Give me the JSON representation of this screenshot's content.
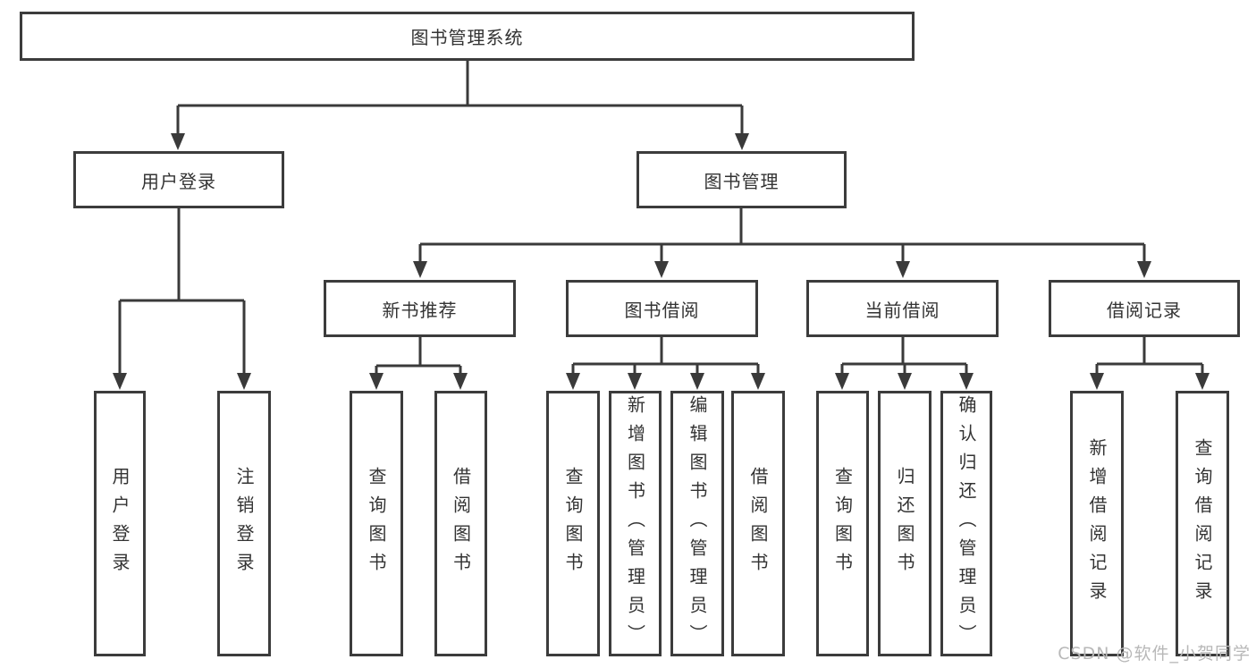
{
  "diagram": {
    "title": "图书管理系统",
    "tree": {
      "label": "图书管理系统",
      "children": [
        {
          "label": "用户登录",
          "children": [
            {
              "label": "用户登录"
            },
            {
              "label": "注销登录"
            }
          ]
        },
        {
          "label": "图书管理",
          "children": [
            {
              "label": "新书推荐",
              "children": [
                {
                  "label": "查询图书"
                },
                {
                  "label": "借阅图书"
                }
              ]
            },
            {
              "label": "图书借阅",
              "children": [
                {
                  "label": "查询图书"
                },
                {
                  "label": "新增图书（管理员）"
                },
                {
                  "label": "编辑图书（管理员）"
                },
                {
                  "label": "借阅图书"
                }
              ]
            },
            {
              "label": "当前借阅",
              "children": [
                {
                  "label": "查询图书"
                },
                {
                  "label": "归还图书"
                },
                {
                  "label": "确认归还（管理员）"
                }
              ]
            },
            {
              "label": "借阅记录",
              "children": [
                {
                  "label": "新增借阅记录"
                },
                {
                  "label": "查询借阅记录"
                }
              ]
            }
          ]
        }
      ]
    }
  },
  "watermark": "CSDN @软件_小贺同学",
  "colors": {
    "line": "#3a3a3a",
    "border": "#3c3c3c",
    "text": "#333333",
    "watermark": "#b8b8b8",
    "background": "#ffffff"
  }
}
